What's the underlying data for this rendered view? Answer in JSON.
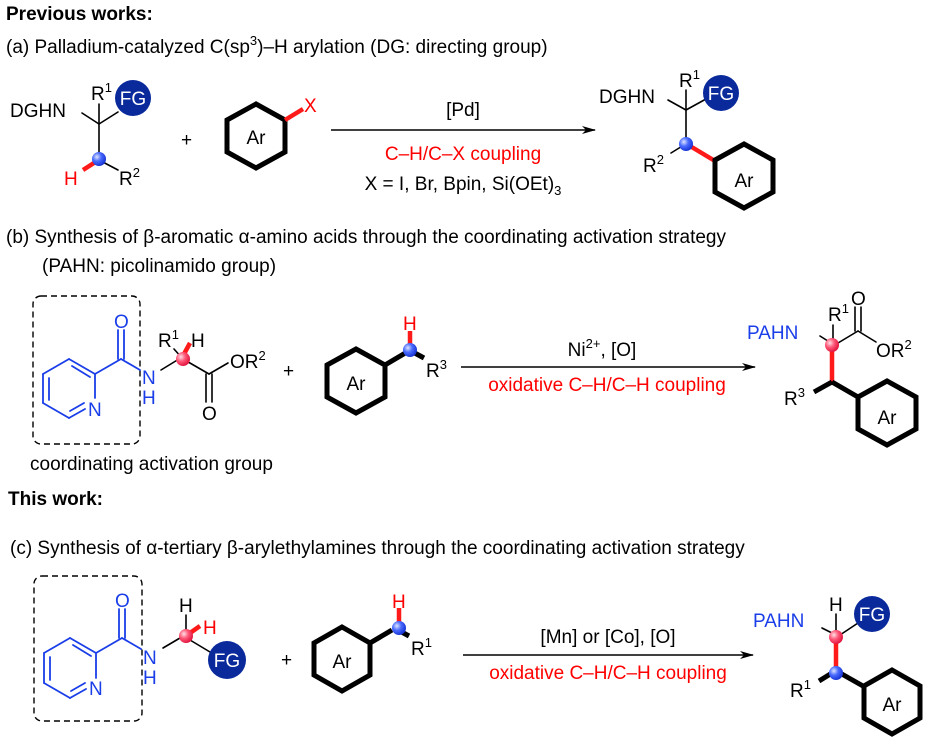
{
  "colors": {
    "fg_circle": "#0a2a9c",
    "highlight_red": "#ff0000",
    "highlight_blue": "#1a3ee8",
    "bubble_red": "#ff5a7a",
    "bubble_blue": "#3b5cff"
  },
  "headers": {
    "previous": "Previous works:",
    "this_work": "This work:"
  },
  "section_a": {
    "caption_pre": "(a) Palladium-catalyzed C(sp",
    "caption_sup": "3",
    "caption_post": ")–H arylation (DG: directing group)",
    "reactant1": {
      "amine": "DGHN",
      "r1": "R",
      "r1_sup": "1",
      "fg": "FG",
      "h": "H",
      "r2": "R",
      "r2_sup": "2"
    },
    "plus": "+",
    "reactant2": {
      "ring": "Ar",
      "x": "X"
    },
    "conditions": {
      "above": "[Pd]",
      "below_red": "C–H/C–X coupling",
      "below_pre": "X = I, Br, Bpin, Si(OEt)",
      "below_sub": "3"
    },
    "product": {
      "amine": "DGHN",
      "r1": "R",
      "r1_sup": "1",
      "fg": "FG",
      "r2": "R",
      "r2_sup": "2",
      "ring": "Ar"
    }
  },
  "section_b": {
    "caption_line1": "(b) Synthesis of β-aromatic α-amino acids through the coordinating activation strategy",
    "caption_line2": "(PAHN: picolinamido group)",
    "reactant1": {
      "o_carbonyl": "O",
      "n_pyridine": "N",
      "n_amide": "N",
      "h_amide": "H",
      "r1": "R",
      "r1_sup": "1",
      "h": "H",
      "or2": "OR",
      "or2_sup": "2",
      "o_ester": "O"
    },
    "box_label": "coordinating activation group",
    "plus": "+",
    "reactant2": {
      "ring": "Ar",
      "h": "H",
      "r3": "R",
      "r3_sup": "3"
    },
    "conditions": {
      "above_pre": "Ni",
      "above_sup": "2+",
      "above_post": ", [O]",
      "below_red": "oxidative C–H/C–H coupling"
    },
    "product": {
      "amine": "PAHN",
      "r1": "R",
      "r1_sup": "1",
      "o": "O",
      "or2": "OR",
      "or2_sup": "2",
      "r3": "R",
      "r3_sup": "3",
      "ring": "Ar"
    }
  },
  "section_c": {
    "caption": "(c)  Synthesis of α-tertiary β-arylethylamines through the coordinating activation strategy",
    "reactant1": {
      "o_carbonyl": "O",
      "n_pyridine": "N",
      "n_amide": "N",
      "h_amide": "H",
      "h_black": "H",
      "h_red": "H",
      "fg": "FG"
    },
    "plus": "+",
    "reactant2": {
      "ring": "Ar",
      "h": "H",
      "r1": "R",
      "r1_sup": "1"
    },
    "conditions": {
      "above": "[Mn] or [Co], [O]",
      "below_red": "oxidative C–H/C–H coupling"
    },
    "product": {
      "amine": "PAHN",
      "h": "H",
      "fg": "FG",
      "r1": "R",
      "r1_sup": "1",
      "ring": "Ar"
    }
  }
}
